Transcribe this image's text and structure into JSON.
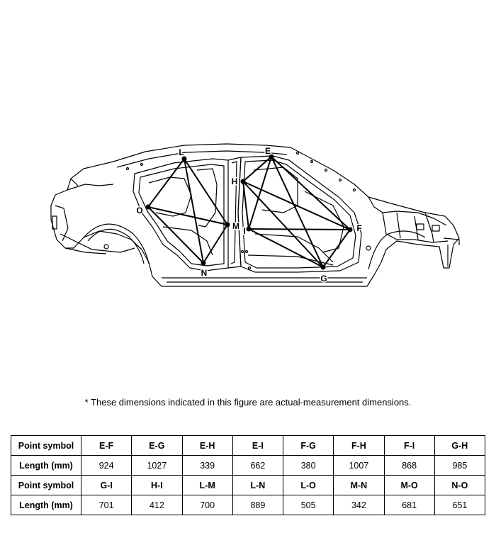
{
  "points": [
    {
      "id": "E",
      "label": "E"
    },
    {
      "id": "F",
      "label": "F"
    },
    {
      "id": "G",
      "label": "G"
    },
    {
      "id": "H",
      "label": "H"
    },
    {
      "id": "I",
      "label": "I"
    },
    {
      "id": "L",
      "label": "L"
    },
    {
      "id": "M",
      "label": "M"
    },
    {
      "id": "N",
      "label": "N"
    },
    {
      "id": "O",
      "label": "O"
    }
  ],
  "note": "*  These dimensions indicated in this figure are actual-measurement dimensions.",
  "table": {
    "row_header_symbol": "Point symbol",
    "row_header_length": "Length (mm)",
    "groups": [
      {
        "symbols": [
          "E-F",
          "E-G",
          "E-H",
          "E-I",
          "F-G",
          "F-H",
          "F-I",
          "G-H"
        ],
        "lengths": [
          "924",
          "1027",
          "339",
          "662",
          "380",
          "1007",
          "868",
          "985"
        ]
      },
      {
        "symbols": [
          "G-I",
          "H-I",
          "L-M",
          "L-N",
          "L-O",
          "M-N",
          "M-O",
          "N-O"
        ],
        "lengths": [
          "701",
          "412",
          "700",
          "889",
          "505",
          "342",
          "681",
          "651"
        ]
      }
    ]
  }
}
